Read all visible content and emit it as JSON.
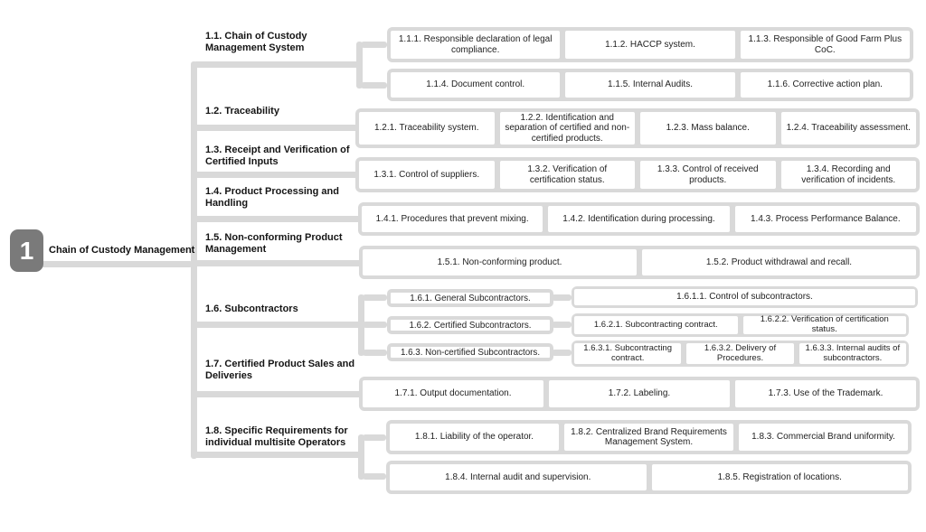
{
  "root": {
    "number": "1",
    "label": "Chain of Custody Management"
  },
  "colors": {
    "connector": "#d9d9d9",
    "badge": "#7a7a7a",
    "text": "#222222"
  },
  "headings": {
    "s11": "1.1. Chain of Custody Management System",
    "s12": "1.2. Traceability",
    "s13": "1.3. Receipt and Verification of Certified Inputs",
    "s14": "1.4. Product Processing and Handling",
    "s15": "1.5. Non-conforming Product Management",
    "s16": "1.6. Subcontractors",
    "s17": "1.7. Certified Product Sales and Deliveries",
    "s18": "1.8. Specific Requirements for individual multisite Operators"
  },
  "boxes": {
    "b111": "1.1.1. Responsible declaration of legal compliance.",
    "b112": "1.1.2. HACCP system.",
    "b113": "1.1.3. Responsible of Good Farm Plus CoC.",
    "b114": "1.1.4. Document control.",
    "b115": "1.1.5. Internal Audits.",
    "b116": "1.1.6. Corrective action plan.",
    "b121": "1.2.1. Traceability system.",
    "b122": "1.2.2. Identification and separation of certified and non-certified products.",
    "b123": "1.2.3. Mass balance.",
    "b124": "1.2.4. Traceability assessment.",
    "b131": "1.3.1. Control of suppliers.",
    "b132": "1.3.2. Verification of certification status.",
    "b133": "1.3.3. Control of received products.",
    "b134": "1.3.4. Recording and verification of incidents.",
    "b141": "1.4.1. Procedures that prevent mixing.",
    "b142": "1.4.2. Identification during processing.",
    "b143": "1.4.3. Process Performance Balance.",
    "b151": "1.5.1. Non-conforming product.",
    "b152": "1.5.2. Product withdrawal and recall.",
    "b161": "1.6.1. General Subcontractors.",
    "b1611": "1.6.1.1. Control of subcontractors.",
    "b162": "1.6.2. Certified Subcontractors.",
    "b1621": "1.6.2.1. Subcontracting contract.",
    "b1622": "1.6.2.2. Verification of certification status.",
    "b163": "1.6.3. Non-certified Subcontractors.",
    "b1631": "1.6.3.1. Subcontracting contract.",
    "b1632": "1.6.3.2. Delivery of Procedures.",
    "b1633": "1.6.3.3. Internal audits of subcontractors.",
    "b171": "1.7.1. Output documentation.",
    "b172": "1.7.2. Labeling.",
    "b173": "1.7.3. Use of the Trademark.",
    "b181": "1.8.1. Liability of the operator.",
    "b182": "1.8.2. Centralized Brand Requirements Management System.",
    "b183": "1.8.3. Commercial Brand uniformity.",
    "b184": "1.8.4. Internal audit and supervision.",
    "b185": "1.8.5. Registration of locations."
  }
}
